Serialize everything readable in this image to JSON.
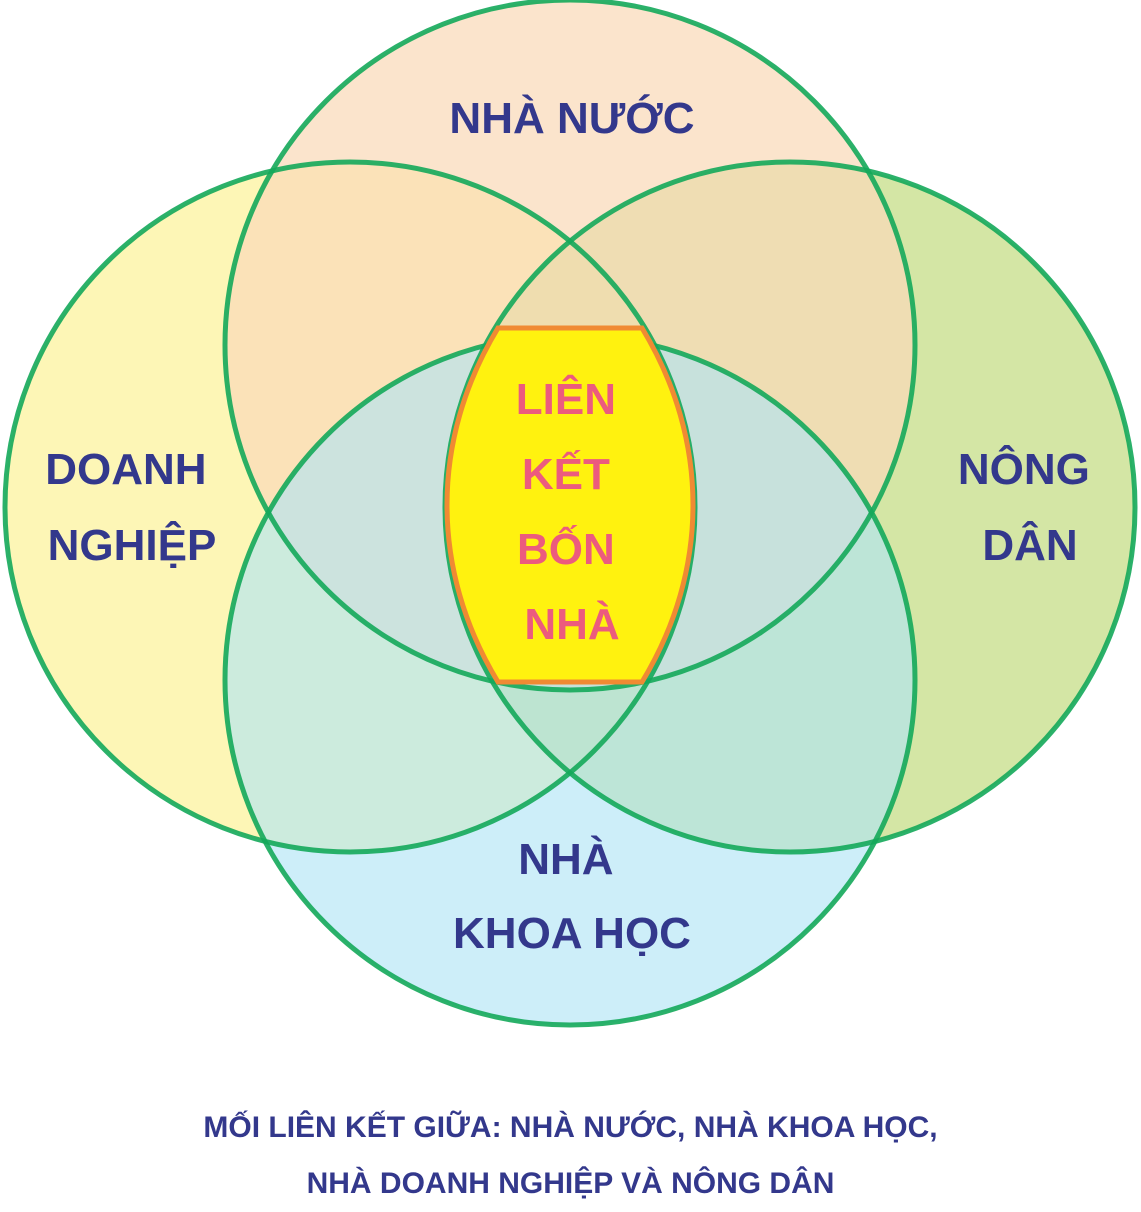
{
  "diagram": {
    "circles": {
      "top": {
        "label_lines": [
          "NHÀ NƯỚC"
        ],
        "fill": "#f9d9b8"
      },
      "left": {
        "label_lines": [
          "DOANH",
          "NGHIỆP"
        ],
        "fill": "#fdf6b6"
      },
      "right": {
        "label_lines": [
          "NÔNG",
          "DÂN"
        ],
        "fill": "#c9e08e"
      },
      "bottom": {
        "label_lines": [
          "NHÀ",
          "KHOA HỌC"
        ],
        "fill": "#aee4f6"
      }
    },
    "center": {
      "label_lines": [
        "LIÊN",
        "KẾT",
        "BỐN",
        "NHÀ"
      ],
      "fill": "#fff20f",
      "border": "#f08a33",
      "text_color": "#ec5b7e"
    },
    "circle_stroke": "#14a85a",
    "label_color": "#33388c"
  },
  "caption": {
    "line1": "MỐI LIÊN KẾT GIỮA: NHÀ NƯỚC, NHÀ KHOA HỌC,",
    "line2": "NHÀ DOANH NGHIỆP VÀ NÔNG DÂN",
    "color": "#33388c"
  }
}
